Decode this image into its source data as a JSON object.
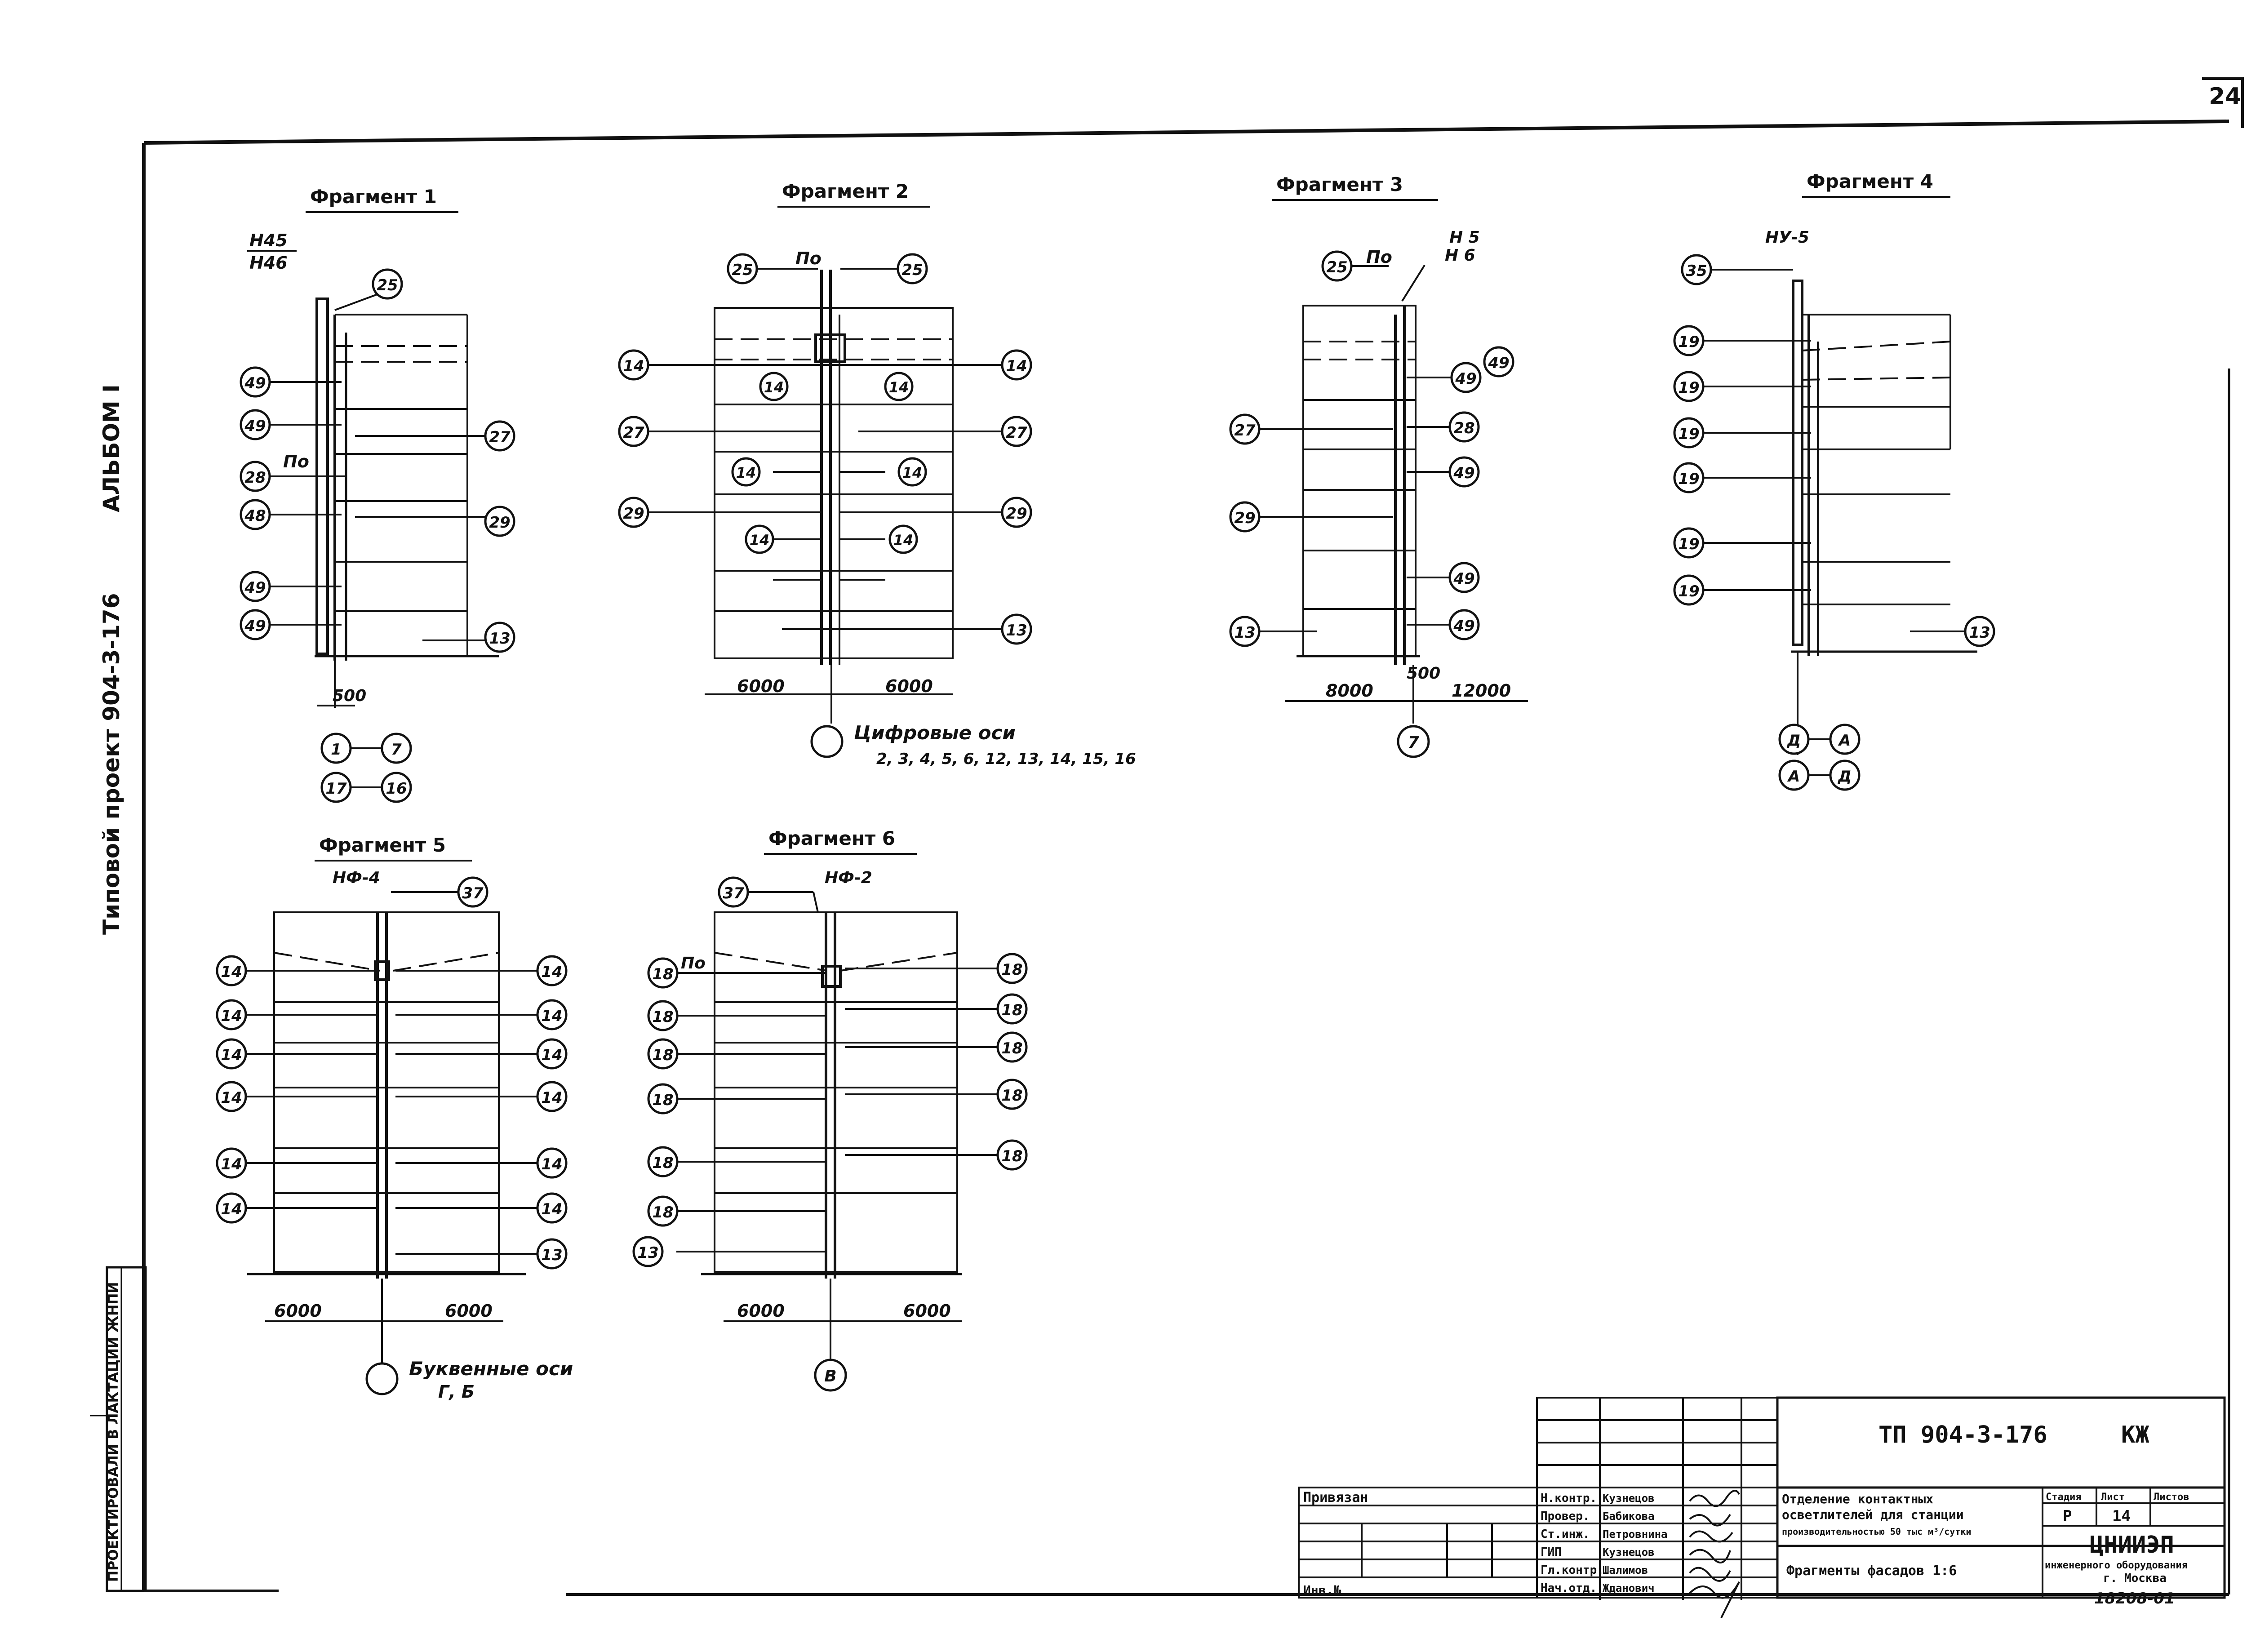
{
  "sheet": {
    "sheet_number": "24",
    "side_album": "АЛЬБОМ I",
    "side_project": "Типовой проект 904-3-176",
    "side_stamp": "ПРОЕКТИРОВАЛИ В ЛАКТАЦИИ ЖНПИ"
  },
  "fragments": [
    {
      "title": "Фрагмент 1",
      "top_labels": [
        "Н45",
        "Н46"
      ],
      "po_label": "По",
      "dims": [
        "500"
      ],
      "left_markers": [
        "49",
        "49",
        "28",
        "48",
        "49",
        "49"
      ],
      "right_markers": [
        "25",
        "27",
        "29",
        "13"
      ],
      "axis_markers": [
        "1",
        "7",
        "17",
        "16"
      ]
    },
    {
      "title": "Фрагмент 2",
      "po_label": "По",
      "dims": [
        "6000",
        "6000"
      ],
      "left_markers": [
        "25",
        "14",
        "27",
        "29"
      ],
      "center_markers": [
        "14",
        "14",
        "14",
        "14",
        "14",
        "14"
      ],
      "right_markers": [
        "25",
        "14",
        "27",
        "29",
        "13"
      ],
      "axis_note": "Цифровые оси",
      "axis_list": "2, 3, 4, 5, 6, 12, 13, 14, 15, 16"
    },
    {
      "title": "Фрагмент 3",
      "top_labels": [
        "Н 5",
        "Н 6"
      ],
      "po_label": "По",
      "dims": [
        "8000",
        "500",
        "12000"
      ],
      "left_markers": [
        "25",
        "27",
        "29",
        "13"
      ],
      "right_markers": [
        "49",
        "49",
        "28",
        "49",
        "49",
        "49"
      ],
      "axis_marker": "7"
    },
    {
      "title": "Фрагмент 4",
      "top_labels": [
        "НУ-5"
      ],
      "left_markers": [
        "35",
        "19",
        "19",
        "19",
        "19",
        "19",
        "19"
      ],
      "right_markers": [
        "13"
      ],
      "axis_markers": [
        "Д",
        "А",
        "А",
        "Д"
      ]
    },
    {
      "title": "Фрагмент 5",
      "top_labels": [
        "НФ-4"
      ],
      "dims": [
        "6000",
        "6000"
      ],
      "left_markers": [
        "14",
        "14",
        "14",
        "14",
        "14",
        "14"
      ],
      "right_markers": [
        "37",
        "14",
        "14",
        "14",
        "14",
        "14",
        "14",
        "13"
      ],
      "axis_note": "Буквенные оси",
      "axis_list": "Г, Б"
    },
    {
      "title": "Фрагмент 6",
      "top_labels": [
        "НФ-2"
      ],
      "po_label": "По",
      "dims": [
        "6000",
        "6000"
      ],
      "left_markers": [
        "37",
        "18",
        "18",
        "18",
        "18",
        "18",
        "18",
        "13"
      ],
      "right_markers": [
        "18",
        "18",
        "18",
        "18",
        "18"
      ],
      "axis_marker": "В"
    }
  ],
  "title_block": {
    "code": "ТП 904-3-176",
    "mark": "КЖ",
    "bound_label": "Привязан",
    "inv_label": "Инв.№",
    "roles": [
      "Н.контр.",
      "Провер.",
      "Ст.инж.",
      "ГИП",
      "Гл.контр.",
      "Нач.отд."
    ],
    "names": [
      "Кузнецов",
      "Бабикова",
      "Петровнина",
      "Кузнецов",
      "Шалимов",
      "Жданович"
    ],
    "object": [
      "Отделение контактных",
      "осветлителей для станции",
      "производительностью 50 тыс м³/сутки"
    ],
    "sheet_title": "Фрагменты фасадов 1:6",
    "stage_label": "Стадия",
    "sheet_label": "Лист",
    "sheets_label": "Листов",
    "stage": "Р",
    "sheet": "14",
    "org": "ЦНИИЭП",
    "org_sub": "инженерного оборудования",
    "city": "г. Москва",
    "doc_no": "18208-01"
  }
}
